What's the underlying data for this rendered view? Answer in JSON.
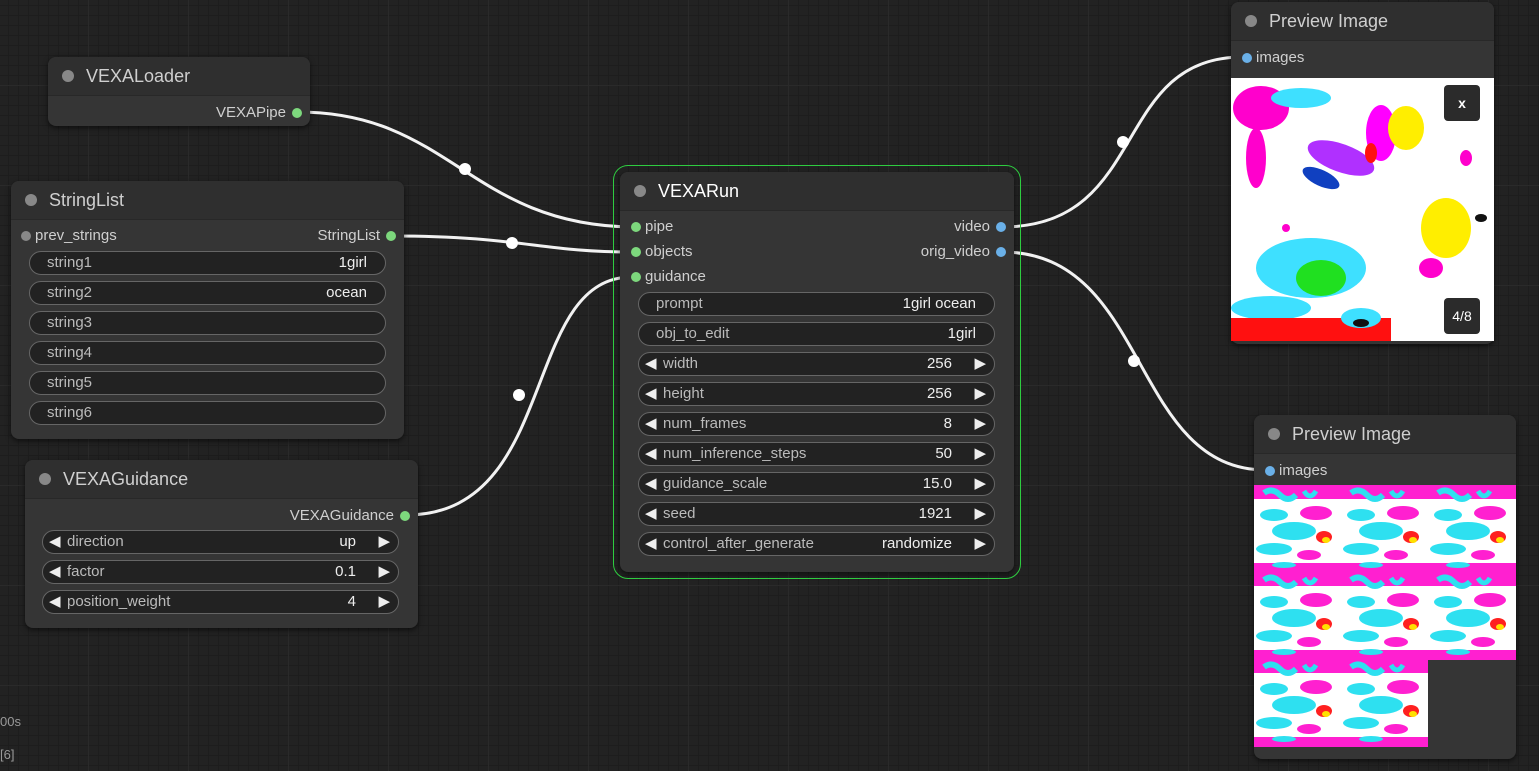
{
  "nodes": {
    "loader": {
      "title": "VEXALoader",
      "output": "VEXAPipe"
    },
    "stringlist": {
      "title": "StringList",
      "input": "prev_strings",
      "output": "StringList",
      "widgets": [
        {
          "label": "string1",
          "value": "1girl"
        },
        {
          "label": "string2",
          "value": "ocean"
        },
        {
          "label": "string3",
          "value": ""
        },
        {
          "label": "string4",
          "value": ""
        },
        {
          "label": "string5",
          "value": ""
        },
        {
          "label": "string6",
          "value": ""
        }
      ]
    },
    "guidance": {
      "title": "VEXAGuidance",
      "output": "VEXAGuidance",
      "widgets": [
        {
          "label": "direction",
          "value": "up"
        },
        {
          "label": "factor",
          "value": "0.1"
        },
        {
          "label": "position_weight",
          "value": "4"
        }
      ]
    },
    "run": {
      "title": "VEXARun",
      "inputs": [
        "pipe",
        "objects",
        "guidance"
      ],
      "outputs": [
        "video",
        "orig_video"
      ],
      "text_widgets": [
        {
          "label": "prompt",
          "value": "1girl ocean"
        },
        {
          "label": "obj_to_edit",
          "value": "1girl"
        }
      ],
      "number_widgets": [
        {
          "label": "width",
          "value": "256"
        },
        {
          "label": "height",
          "value": "256"
        },
        {
          "label": "num_frames",
          "value": "8"
        },
        {
          "label": "num_inference_steps",
          "value": "50"
        },
        {
          "label": "guidance_scale",
          "value": "15.0"
        },
        {
          "label": "seed",
          "value": "1921"
        },
        {
          "label": "control_after_generate",
          "value": "randomize"
        }
      ]
    },
    "preview1": {
      "title": "Preview Image",
      "input": "images",
      "close_label": "x",
      "counter": "4/8"
    },
    "preview2": {
      "title": "Preview Image",
      "input": "images"
    }
  },
  "status": {
    "line1": "00s",
    "line2": "[6]"
  },
  "colors": {
    "link": "#ffffff",
    "selected_outline": "#2ecc40",
    "pin_green": "#7dd87d",
    "pin_blue": "#6ab0e8"
  },
  "icons": {
    "arrow_left": "◀",
    "arrow_right": "▶"
  }
}
